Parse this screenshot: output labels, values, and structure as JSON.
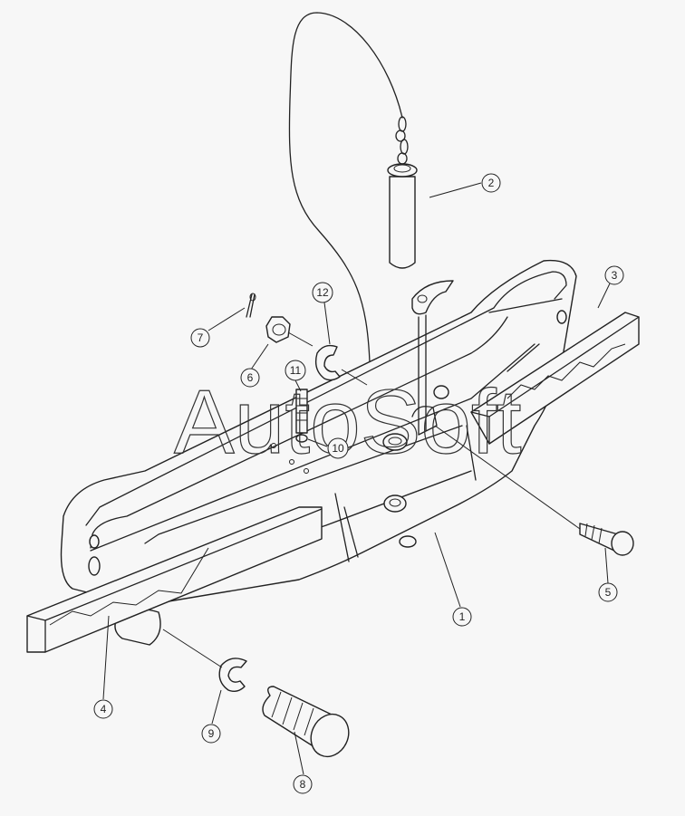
{
  "watermark": "AutoSoft",
  "callouts": [
    {
      "id": "callout-1",
      "label": "1"
    },
    {
      "id": "callout-2",
      "label": "2"
    },
    {
      "id": "callout-3",
      "label": "3"
    },
    {
      "id": "callout-4",
      "label": "4"
    },
    {
      "id": "callout-5",
      "label": "5"
    },
    {
      "id": "callout-6",
      "label": "6"
    },
    {
      "id": "callout-7",
      "label": "7"
    },
    {
      "id": "callout-8",
      "label": "8"
    },
    {
      "id": "callout-9",
      "label": "9"
    },
    {
      "id": "callout-10",
      "label": "10"
    },
    {
      "id": "callout-11",
      "label": "11"
    },
    {
      "id": "callout-12",
      "label": "12"
    }
  ]
}
